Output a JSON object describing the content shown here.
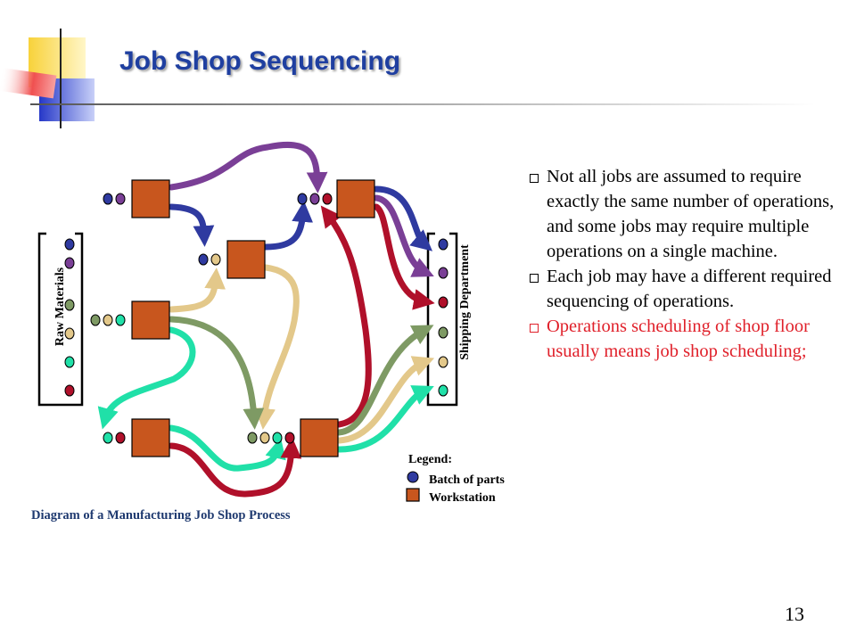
{
  "title": "Job Shop Sequencing",
  "bullets": [
    {
      "text": "Not all jobs are assumed to require exactly the same number of operations, and some jobs may require multiple operations on a single machine.",
      "color": "#000000"
    },
    {
      "text": "Each job may have a different required sequencing of operations.",
      "color": "#000000"
    },
    {
      "text": "Operations scheduling of shop floor usually means job shop scheduling;",
      "color": "#e0202a"
    }
  ],
  "diagram": {
    "caption": "Diagram of a Manufacturing Job Shop Process",
    "raw_materials_label": "Raw Materials",
    "shipping_label": "Shipping Department",
    "legend": {
      "title": "Legend:",
      "batch_label": "Batch of parts",
      "workstation_label": "Workstation"
    },
    "colors": {
      "workstation": "#c8561e",
      "blue": "#2f3aa0",
      "purple": "#7a3f96",
      "red": "#b0102a",
      "tan": "#e3c88a",
      "green": "#7e9a64",
      "teal": "#20e0a8"
    }
  },
  "page_number": "13"
}
